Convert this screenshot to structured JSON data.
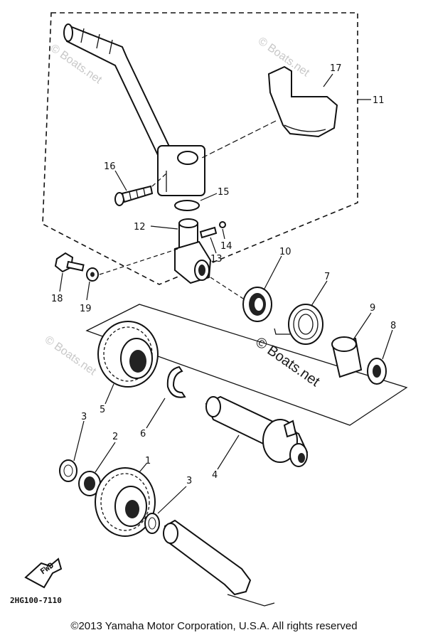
{
  "callouts": {
    "p1": "1",
    "p2": "2",
    "p3a": "3",
    "p3b": "3",
    "p4": "4",
    "p5": "5",
    "p6": "6",
    "p7": "7",
    "p8": "8",
    "p9": "9",
    "p10": "10",
    "p11": "11",
    "p12": "12",
    "p13": "13",
    "p14": "14",
    "p15": "15",
    "p16": "16",
    "p17": "17",
    "p18": "18",
    "p19": "19"
  },
  "watermarks": {
    "wm1": "© Boats.net",
    "wm2": "© Boats.net",
    "wm3": "© Boats.net",
    "wm_center": "© Boats.net"
  },
  "forward_badge": "FWD",
  "drawing_code": "2HG100-7110",
  "copyright": "©2013 Yamaha Motor Corporation, U.S.A. All rights reserved"
}
